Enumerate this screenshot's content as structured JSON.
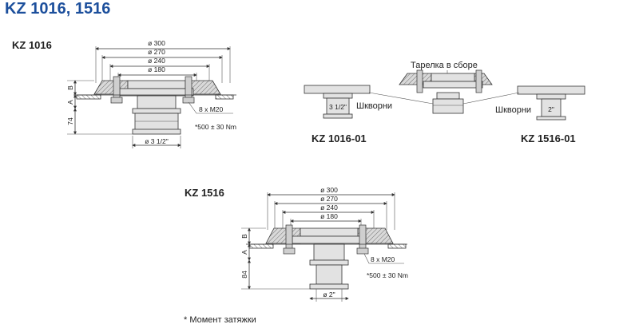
{
  "title": "KZ 1016, 1516",
  "kz1016": {
    "heading": "KZ 1016",
    "d300": "ø 300",
    "d270": "ø 270",
    "d240": "ø 240",
    "d180": "ø 180",
    "b": "B",
    "a": "A",
    "h": "74",
    "bolts": "8 x M20",
    "torque": "*500 ± 30 Nm",
    "outlet": "ø 3 1/2\""
  },
  "kz1516": {
    "heading": "KZ 1516",
    "d300": "ø 300",
    "d270": "ø 270",
    "d240": "ø 240",
    "d180": "ø 180",
    "b": "B",
    "a": "A",
    "h": "84",
    "bolts": "8 x M20",
    "torque": "*500 ± 30 Nm",
    "outlet": "ø 2\""
  },
  "center": {
    "assembly_label": "Тарелка в сборе",
    "kingpin_left": "Шкворни",
    "kingpin_right": "Шкворни",
    "left_size": "3 1/2\"",
    "right_size": "2\"",
    "left_model": "KZ 1016-01",
    "right_model": "KZ 1516-01"
  },
  "footnote": "* Момент затяжки"
}
